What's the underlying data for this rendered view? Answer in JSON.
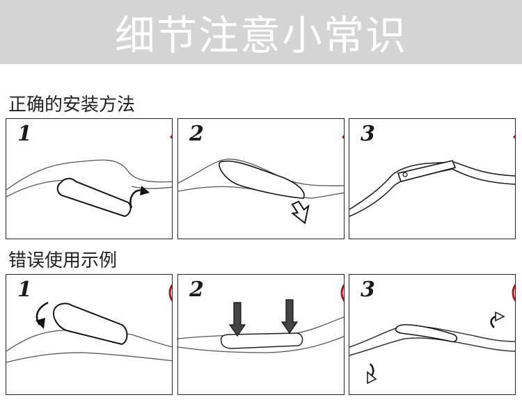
{
  "banner": {
    "title": "细节注意小常识"
  },
  "correct": {
    "title": "正确的安装方法",
    "steps": [
      "1",
      "2",
      "3"
    ]
  },
  "wrong": {
    "title": "错误使用示例",
    "steps": [
      "1",
      "2",
      "3"
    ]
  },
  "icons": {
    "correct": "check-mark-icon",
    "wrong": "cross-circle-icon"
  },
  "colors": {
    "accent": "#c0121a",
    "banner_bg": "#d4d4d4"
  }
}
